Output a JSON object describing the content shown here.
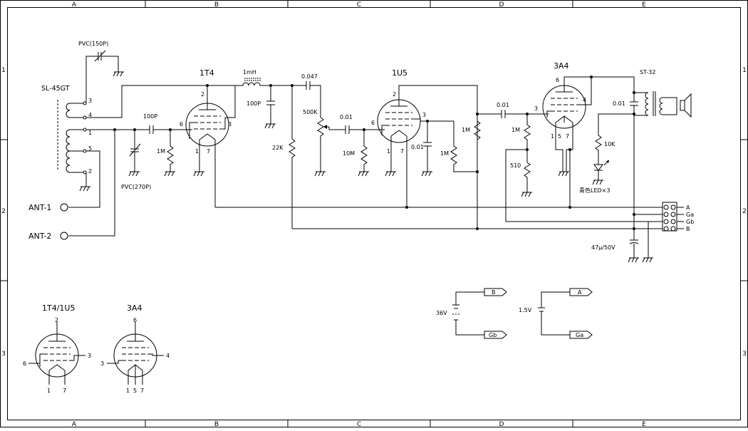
{
  "frame": {
    "cols": [
      "A",
      "B",
      "C",
      "D",
      "E"
    ],
    "rows": [
      "1",
      "2",
      "3"
    ]
  },
  "labels": {
    "coil": "SL-45GT",
    "pvc150": "PVC(150P)",
    "pvc270": "PVC(270P)",
    "coil_pins": [
      "3",
      "4",
      "1",
      "5",
      "2"
    ],
    "ant1": "ANT-1",
    "ant2": "ANT-2",
    "c_100p_in": "100P",
    "r_1m_grid1": "1M",
    "tube1_name": "1T4",
    "tube1_pins": [
      "2",
      "6",
      "3",
      "1",
      "7"
    ],
    "choke": "1mH",
    "c_100p_pl": "100P",
    "c_0047": "0.047",
    "r_22k": "22K",
    "vr_500k": "500K",
    "c_001_a": "0.01",
    "r_10m": "10M",
    "tube2_name": "1U5",
    "tube2_pins": [
      "2",
      "6",
      "3",
      "1",
      "7"
    ],
    "c_001_b": "0.01",
    "r_1m_a": "1M",
    "r_1m_b": "1M",
    "c_001_c": "0.01",
    "r_1m_c": "1M",
    "r_510": "510",
    "tube3_name": "3A4",
    "tube3_pins": [
      "6",
      "3",
      "4",
      "1",
      "5",
      "7"
    ],
    "trans": "ST-32",
    "c_001_d": "0.01",
    "r_10k": "10K",
    "led": "青色LED×3",
    "cap_47": "47μ/50V",
    "conn": [
      "A",
      "Ga",
      "Gb",
      "B"
    ],
    "batt36": "36V",
    "batt15": "1.5V",
    "tag_B": "B",
    "tag_Gb": "Gb",
    "tag_A": "A",
    "tag_Ga": "Ga",
    "legend1_name": "1T4/1U5",
    "legend1_pins": [
      "2",
      "6",
      "3",
      "1",
      "7"
    ],
    "legend2_name": "3A4",
    "legend2_pins": [
      "6",
      "3",
      "4",
      "1",
      "5",
      "7"
    ]
  }
}
